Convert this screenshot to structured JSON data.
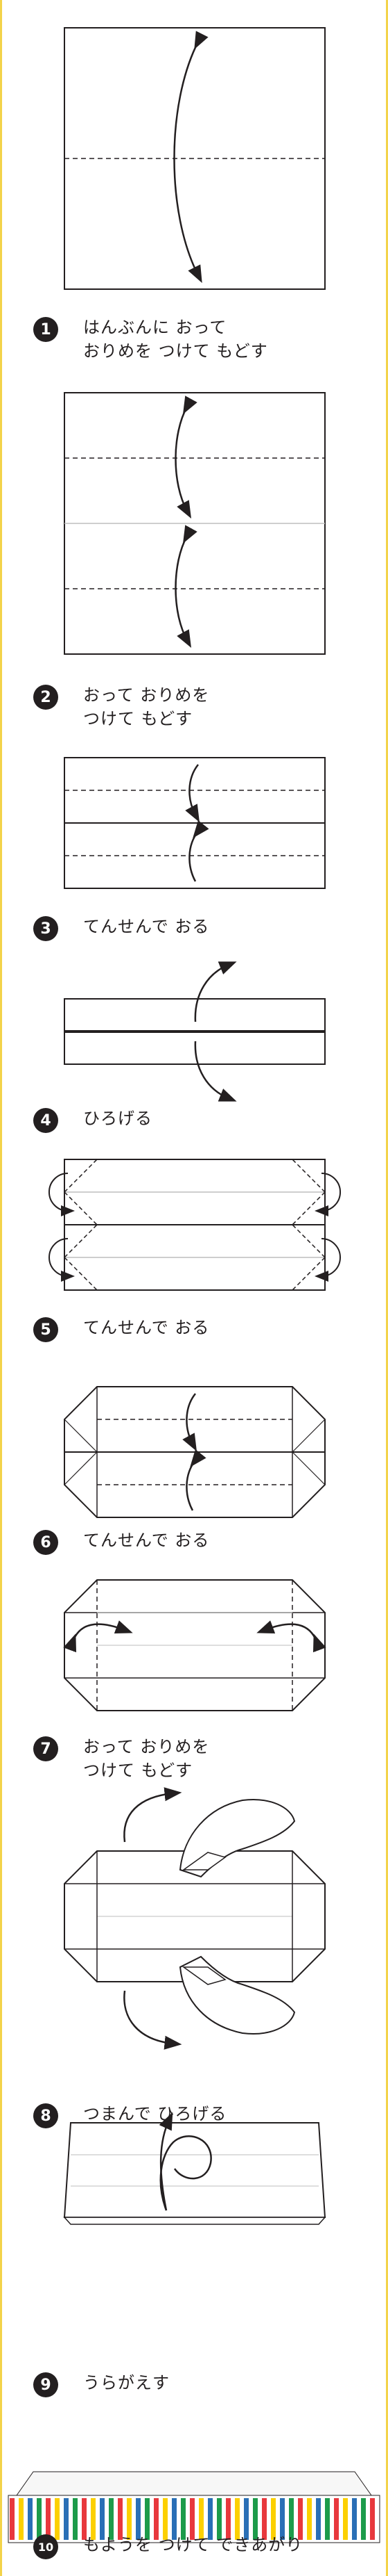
{
  "steps": [
    {
      "number": "1",
      "line1": "はんぶんに おって",
      "line2": "おりめを つけて もどす"
    },
    {
      "number": "2",
      "line1": "おって おりめを",
      "line2": "つけて もどす"
    },
    {
      "number": "3",
      "line1": "てんせんで おる",
      "line2": ""
    },
    {
      "number": "4",
      "line1": "ひろげる",
      "line2": ""
    },
    {
      "number": "5",
      "line1": "てんせんで おる",
      "line2": ""
    },
    {
      "number": "6",
      "line1": "てんせんで おる",
      "line2": ""
    },
    {
      "number": "7",
      "line1": "おって おりめを",
      "line2": "つけて もどす"
    },
    {
      "number": "8",
      "line1": "つまんで ひろげる",
      "line2": ""
    },
    {
      "number": "9",
      "line1": "うらがえす",
      "line2": ""
    },
    {
      "number": "10",
      "line1": "もようを つけて できあがり",
      "line2": ""
    }
  ],
  "colors": {
    "ink": "#231f20",
    "side_border": "#f3d34a",
    "stripes": [
      "#e8383d",
      "#fcd000",
      "#2a6fb6",
      "#1d9b4a"
    ]
  }
}
